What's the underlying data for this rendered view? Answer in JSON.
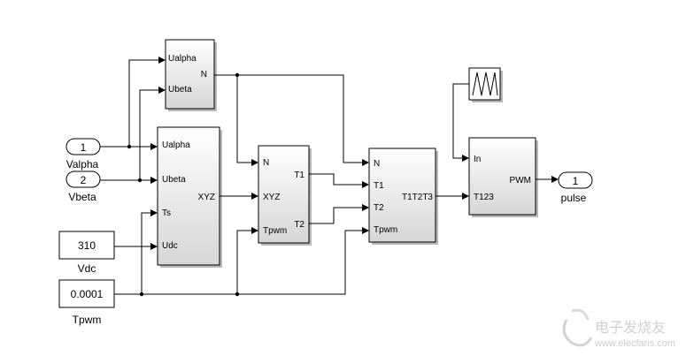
{
  "blocks": {
    "clarke_sector": {
      "inputs": [
        "Ualpha",
        "Ubeta"
      ],
      "outputs": [
        "N"
      ]
    },
    "xyz_calc": {
      "inputs": [
        "Ualpha",
        "Ubeta",
        "Ts",
        "Udc"
      ],
      "outputs": [
        "XYZ"
      ]
    },
    "time_calc": {
      "inputs": [
        "N",
        "XYZ",
        "Tpwm"
      ],
      "outputs": [
        "T1",
        "T2"
      ]
    },
    "switch_time": {
      "inputs": [
        "N",
        "T1",
        "T2",
        "Tpwm"
      ],
      "outputs": [
        "T1T2T3"
      ]
    },
    "pwm_gen": {
      "inputs": [
        "In",
        "T123"
      ],
      "outputs": [
        "PWM"
      ]
    }
  },
  "inports": [
    {
      "number": "1",
      "name": "Valpha"
    },
    {
      "number": "2",
      "name": "Vbeta"
    }
  ],
  "outports": [
    {
      "number": "1",
      "name": "pulse"
    }
  ],
  "constants": [
    {
      "value": "310",
      "name": "Vdc"
    },
    {
      "value": "0.0001",
      "name": "Tpwm"
    }
  ],
  "carrier": {
    "icon": "triangle-wave-icon"
  },
  "watermark": {
    "cn": "电子发烧友",
    "url": "www.elecfans.com"
  },
  "colors": {
    "block_fill_top": "#ffffff",
    "block_fill_bottom": "#d9d9d9",
    "line": "#000000"
  }
}
